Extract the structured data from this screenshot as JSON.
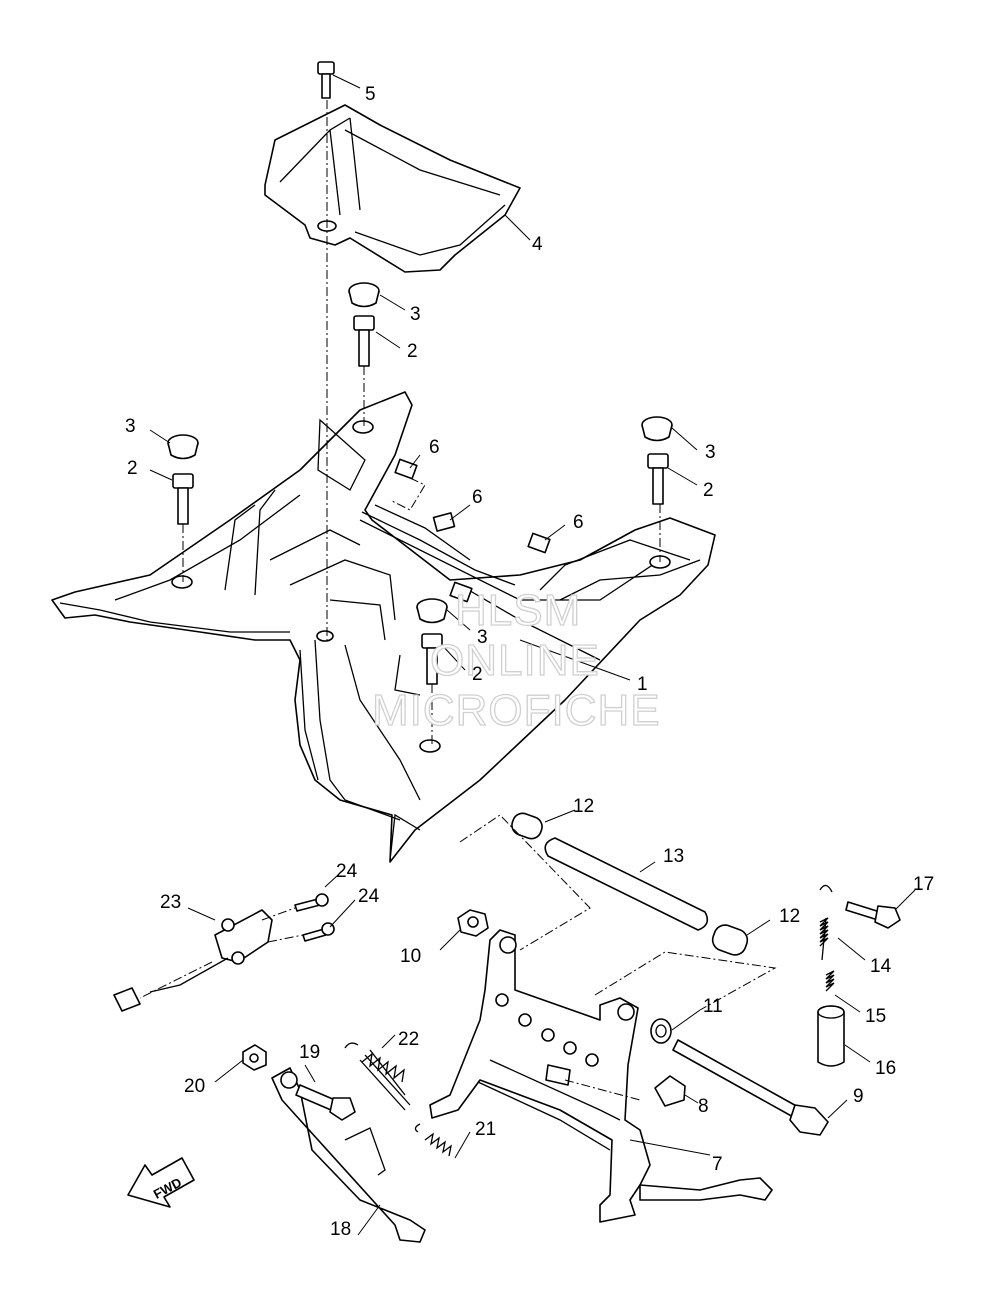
{
  "watermark": [
    "HLSM",
    "ONLINE",
    "MICROFICHE"
  ],
  "fwd_label": "FWD",
  "callouts": [
    "1",
    "2",
    "3",
    "4",
    "5",
    "6",
    "7",
    "8",
    "9",
    "10",
    "11",
    "12",
    "13",
    "14",
    "15",
    "16",
    "17",
    "18",
    "19",
    "20",
    "21",
    "22",
    "23",
    "24"
  ]
}
